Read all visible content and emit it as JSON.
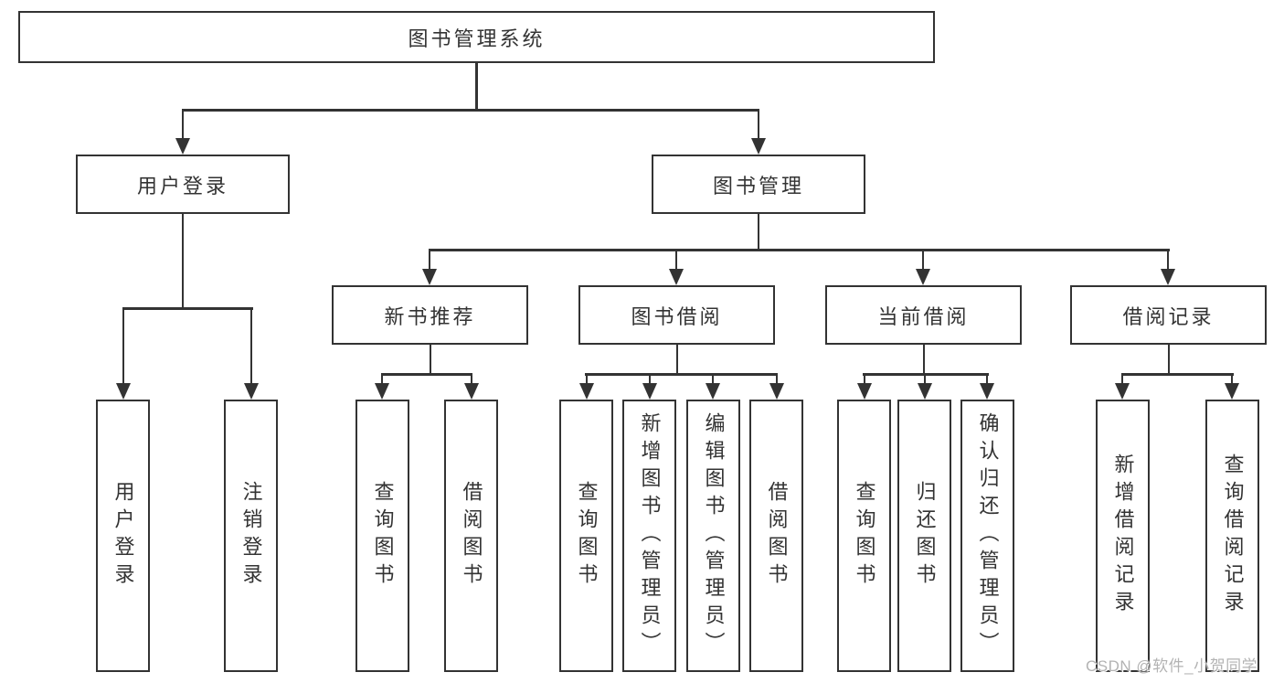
{
  "diagram": {
    "root": {
      "label": "图书管理系统"
    },
    "level2": [
      {
        "label": "用户登录"
      },
      {
        "label": "图书管理"
      }
    ],
    "level3": [
      {
        "label": "新书推荐"
      },
      {
        "label": "图书借阅"
      },
      {
        "label": "当前借阅"
      },
      {
        "label": "借阅记录"
      }
    ],
    "leaves": [
      {
        "label": "用户登录"
      },
      {
        "label": "注销登录"
      },
      {
        "label": "查询图书"
      },
      {
        "label": "借阅图书"
      },
      {
        "label": "查询图书"
      },
      {
        "label": "新增图书（管理员）"
      },
      {
        "label": "编辑图书（管理员）"
      },
      {
        "label": "借阅图书"
      },
      {
        "label": "查询图书"
      },
      {
        "label": "归还图书"
      },
      {
        "label": "确认归还（管理员）"
      },
      {
        "label": "新增借阅记录"
      },
      {
        "label": "查询借阅记录"
      }
    ]
  },
  "watermark": {
    "text": "CSDN @软件_小贺同学"
  },
  "colors": {
    "line": "#333333",
    "text": "#333333",
    "background": "#ffffff",
    "watermark": "#b3b3b3"
  }
}
